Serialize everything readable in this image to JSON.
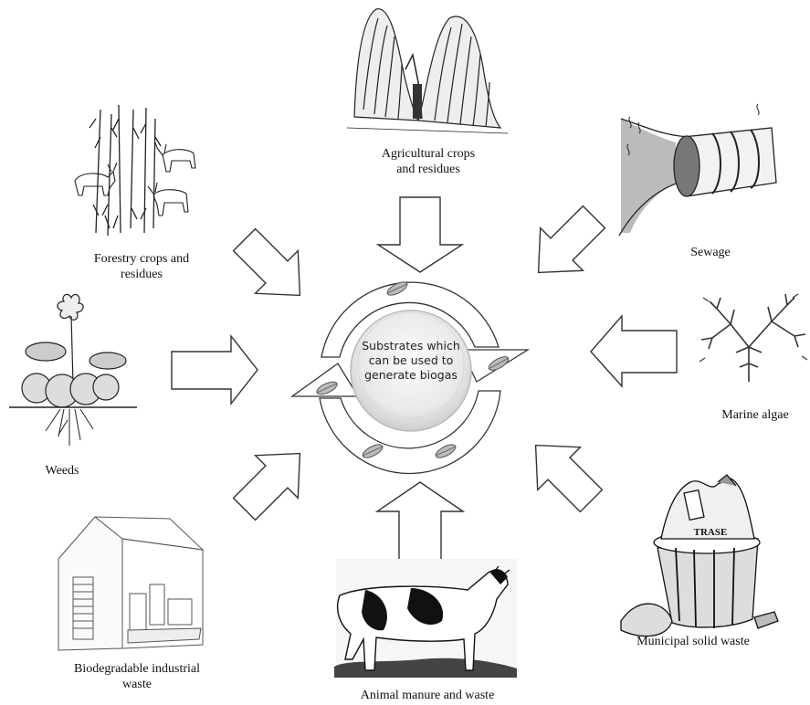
{
  "center": {
    "line1": "Substrates which",
    "line2": "can be used to",
    "line3": "generate biogas"
  },
  "labels": {
    "agricultural": [
      "Agricultural  crops",
      "and residues"
    ],
    "forestry": [
      "Forestry  crops and",
      "residues"
    ],
    "sewage": "Sewage",
    "weeds": "Weeds",
    "marine": "Marine algae",
    "industrial": [
      "Biodegradable industrial",
      "waste"
    ],
    "animal": "Animal manure and waste",
    "municipal": "Municipal solid waste"
  },
  "icons": {
    "agricultural": "haystack-illustration",
    "forestry": "reindeer-forest-illustration",
    "sewage": "sewage-pipe-illustration",
    "weeds": "water-hyacinth-illustration",
    "marine": "seaweed-illustration",
    "industrial": "biogas-plant-building-illustration",
    "animal": "cow-illustration",
    "municipal": "trash-can-illustration"
  }
}
